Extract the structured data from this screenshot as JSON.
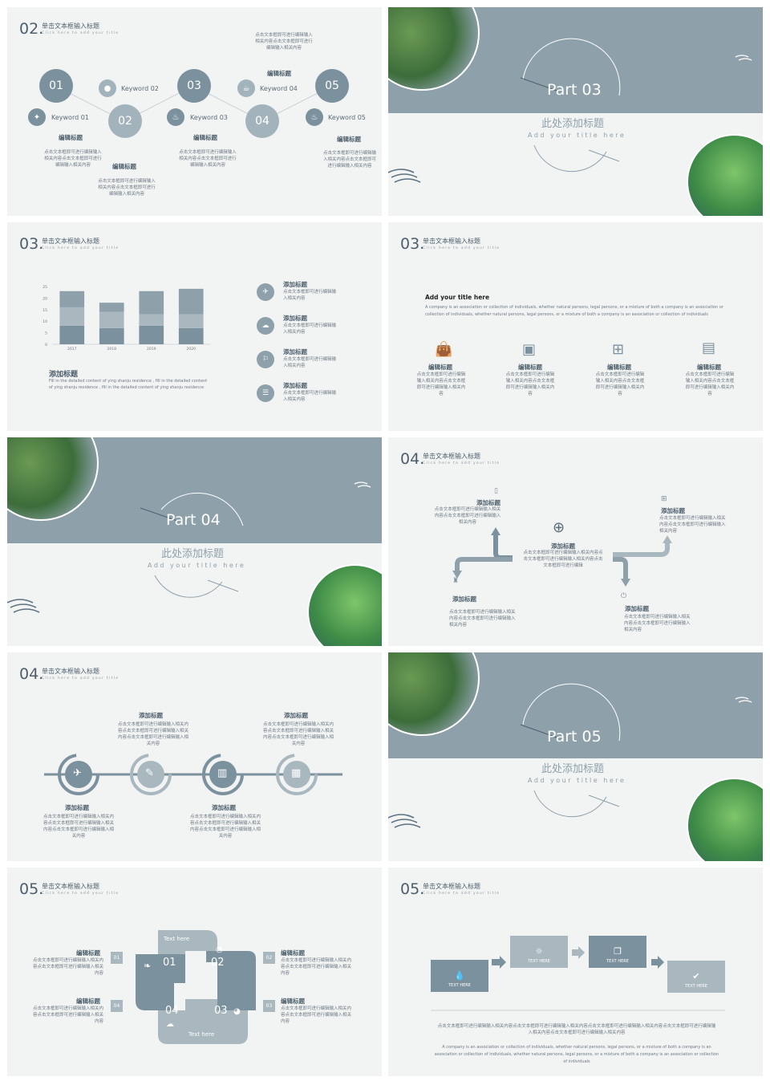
{
  "header": {
    "title": "单击文本框输入标题",
    "subtitle": "Click here to add your title"
  },
  "colors": {
    "accent": "#7c919e",
    "band": "#8ea1ab",
    "bg": "#f2f3f3"
  },
  "s1": {
    "num": "02.",
    "nodes": [
      "01",
      "02",
      "03",
      "04",
      "05"
    ],
    "keywords": [
      "Keyword 01",
      "Keyword 02",
      "Keyword 03",
      "Keyword 04",
      "Keyword 05"
    ],
    "edit": "编辑标题",
    "body": "点击文本框即可进行编辑输入相关内容点击文本框即可进行编辑输入相关内容",
    "topbody": "点击文本框即可进行编辑输入相关内容点击文本框即可进行编辑输入相关内容"
  },
  "s2": {
    "part": "Part 03",
    "cn": "此处添加标题",
    "en": "Add your title here"
  },
  "s3": {
    "num": "03.",
    "items": [
      "添加标题",
      "添加标题",
      "添加标题",
      "添加标题"
    ],
    "itembody": "点击文本框即可进行编辑输入相关内容",
    "title": "添加标题",
    "body": "Fill in the detailed content of ying shanju residence , fill in the detailed content of ying shanju residence , fill in the detailed content of ying shanju residence"
  },
  "chart_data": {
    "type": "bar",
    "categories": [
      "2017",
      "2018",
      "2019",
      "2020"
    ],
    "series": [
      {
        "values": [
          8,
          7,
          8,
          7
        ]
      },
      {
        "values": [
          8,
          7,
          5,
          6
        ]
      },
      {
        "values": [
          7,
          4,
          10,
          11
        ]
      }
    ],
    "ylim": [
      0,
      25
    ],
    "yticks": [
      "0",
      "5",
      "10",
      "15",
      "20",
      "25"
    ]
  },
  "s4": {
    "num": "03.",
    "title": "Add your title here",
    "body": "A company is an association or collection of individuals, whether natural persons, legal persons, or a mixture of both a company is an association or collection of individuals, whether natural persons, legal persons, or a mixture of both a company is an association or collection of individuals",
    "items": [
      "编辑标题",
      "编辑标题",
      "编辑标题",
      "编辑标题"
    ],
    "itembody": "点击文本框即可进行编辑输入相关内容点击文本框即可进行编辑输入相关内容"
  },
  "s5": {
    "part": "Part 04",
    "cn": "此处添加标题",
    "en": "Add your title here"
  },
  "s6": {
    "num": "04.",
    "center": "添加标题",
    "centerbody": "点击文本框即可进行编辑输入相关内容点击文本框即可进行编辑输入相关内容点击文本框即可进行编辑",
    "items": [
      "添加标题",
      "添加标题",
      "添加标题",
      "添加标题"
    ],
    "itembody": "点击文本框即可进行编辑输入相关内容点击文本框即可进行编辑输入相关内容"
  },
  "s7": {
    "num": "04.",
    "items": [
      "添加标题",
      "添加标题",
      "添加标题",
      "添加标题"
    ],
    "body": "点击文本框即可进行编辑输入相关内容点击文本框即可进行编辑输入相关内容点击文本框即可进行编辑输入相关内容"
  },
  "s8": {
    "part": "Part 05",
    "cn": "此处添加标题",
    "en": "Add your title here"
  },
  "s9": {
    "num": "05.",
    "nums": [
      "01",
      "02",
      "03",
      "04"
    ],
    "texthere": "Text here",
    "items": [
      "编辑标题",
      "编辑标题",
      "编辑标题",
      "编辑标题"
    ],
    "body": "点击文本框即可进行编辑输入相关内容点击文本框即可进行编辑输入相关内容"
  },
  "s10": {
    "num": "05.",
    "boxes": [
      "TEXT HERE",
      "TEXT HERE",
      "TEXT HERE",
      "TEXT HERE"
    ],
    "cnbody": "点击文本框即可进行编辑输入相关内容点击文本框即可进行编辑输入相关内容点击文本框即可进行编辑输入相关内容点击文本框即可进行编辑输入相关内容点击文本框即可进行编辑输入相关内容",
    "enbody": "A company is an association or collection of individuals, whether natural persons, legal persons, or a mixture of both a company is an association or collection of individuals, whether natural persons, legal persons, or a mixture of both a company is an association or collection of individuals"
  }
}
